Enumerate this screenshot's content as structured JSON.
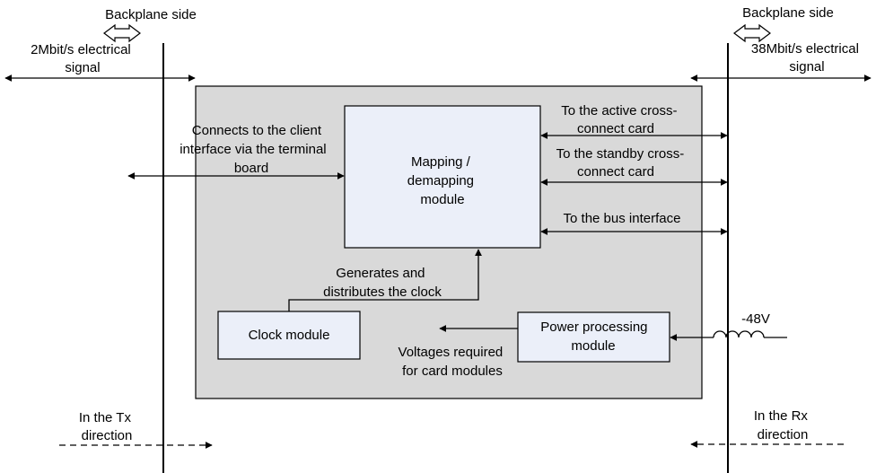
{
  "labels": {
    "backplane_left": "Backplane side",
    "backplane_right": "Backplane side",
    "left_signal": [
      "2Mbit/s electrical",
      "signal"
    ],
    "right_signal": [
      "38Mbit/s electrical",
      "signal"
    ],
    "client_interface": [
      "Connects to the client",
      "interface via the terminal",
      "board"
    ],
    "mapping_module": [
      "Mapping /",
      "demapping",
      "module"
    ],
    "active_cross": [
      "To the active cross-",
      "connect card"
    ],
    "standby_cross": [
      "To the standby cross-",
      "connect card"
    ],
    "bus_interface": "To the bus interface",
    "clock_note": [
      "Generates and",
      "distributes the clock"
    ],
    "clock_module": "Clock module",
    "power_module": [
      "Power processing",
      "module"
    ],
    "voltages": [
      "Voltages required",
      "for card modules"
    ],
    "power_input": "-48V",
    "tx_direction": [
      "In the Tx",
      "direction"
    ],
    "rx_direction": [
      "In the Rx",
      "direction"
    ]
  },
  "colors": {
    "board_fill": "#d9d9d9",
    "module_fill": "#ebeff9",
    "line": "#000000"
  }
}
